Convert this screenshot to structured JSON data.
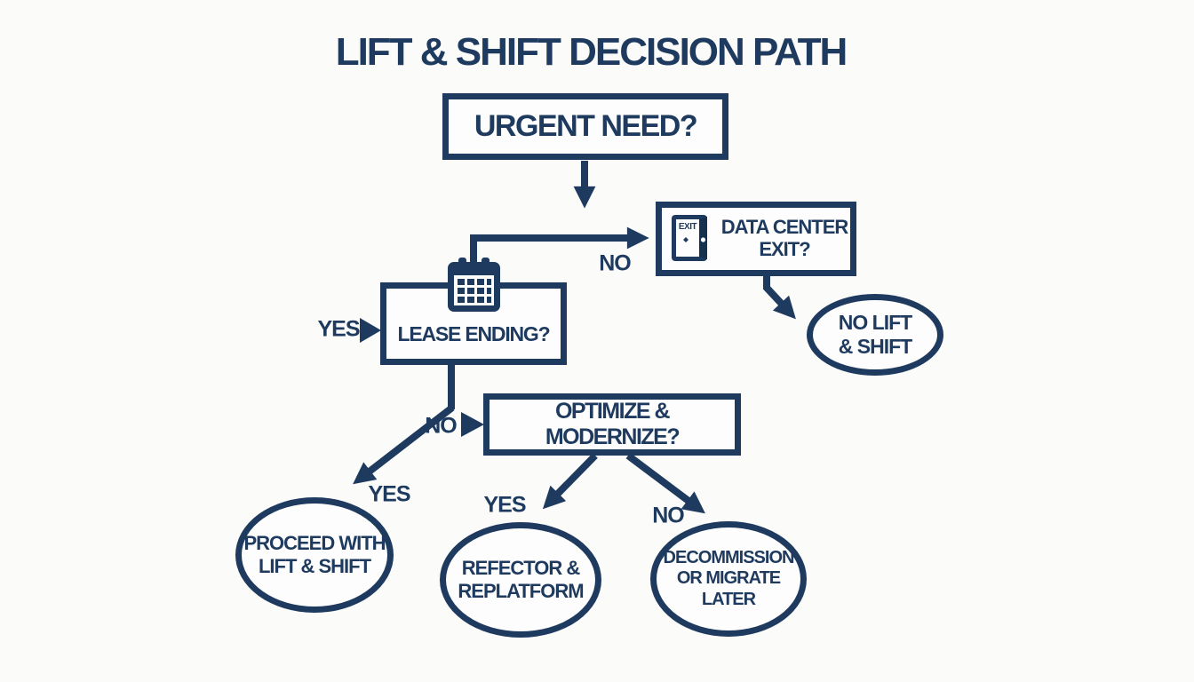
{
  "title": "LIFT & SHIFT DECISION PATH",
  "colors": {
    "ink": "#1e3a5f",
    "background": "#fbfbfa"
  },
  "nodes": {
    "urgent": {
      "label": "URGENT NEED?"
    },
    "data_center": {
      "line1": "DATA CENTER",
      "line2": "EXIT?",
      "icon": "exit-door-icon",
      "icon_text": "EXIT"
    },
    "lease": {
      "label": "LEASE ENDING?",
      "icon": "calendar-icon"
    },
    "optimize": {
      "label": "OPTIMIZE & MODERNIZE?"
    },
    "no_lift": {
      "line1": "NO LIFT",
      "line2": "& SHIFT"
    },
    "proceed": {
      "line1": "PROCEED WITH",
      "line2": "LIFT & SHIFT"
    },
    "refector": {
      "line1": "REFECTOR &",
      "line2": "REPLATFORM"
    },
    "decommission": {
      "line1": "DECOMMISSION",
      "line2": "OR MIGRATE",
      "line3": "LATER"
    }
  },
  "edge_labels": {
    "no_to_exit": "NO",
    "yes_to_lease": "YES",
    "no_to_optimize": "NO",
    "yes_to_proceed": "YES",
    "yes_to_refector": "YES",
    "no_to_decommission": "NO"
  }
}
